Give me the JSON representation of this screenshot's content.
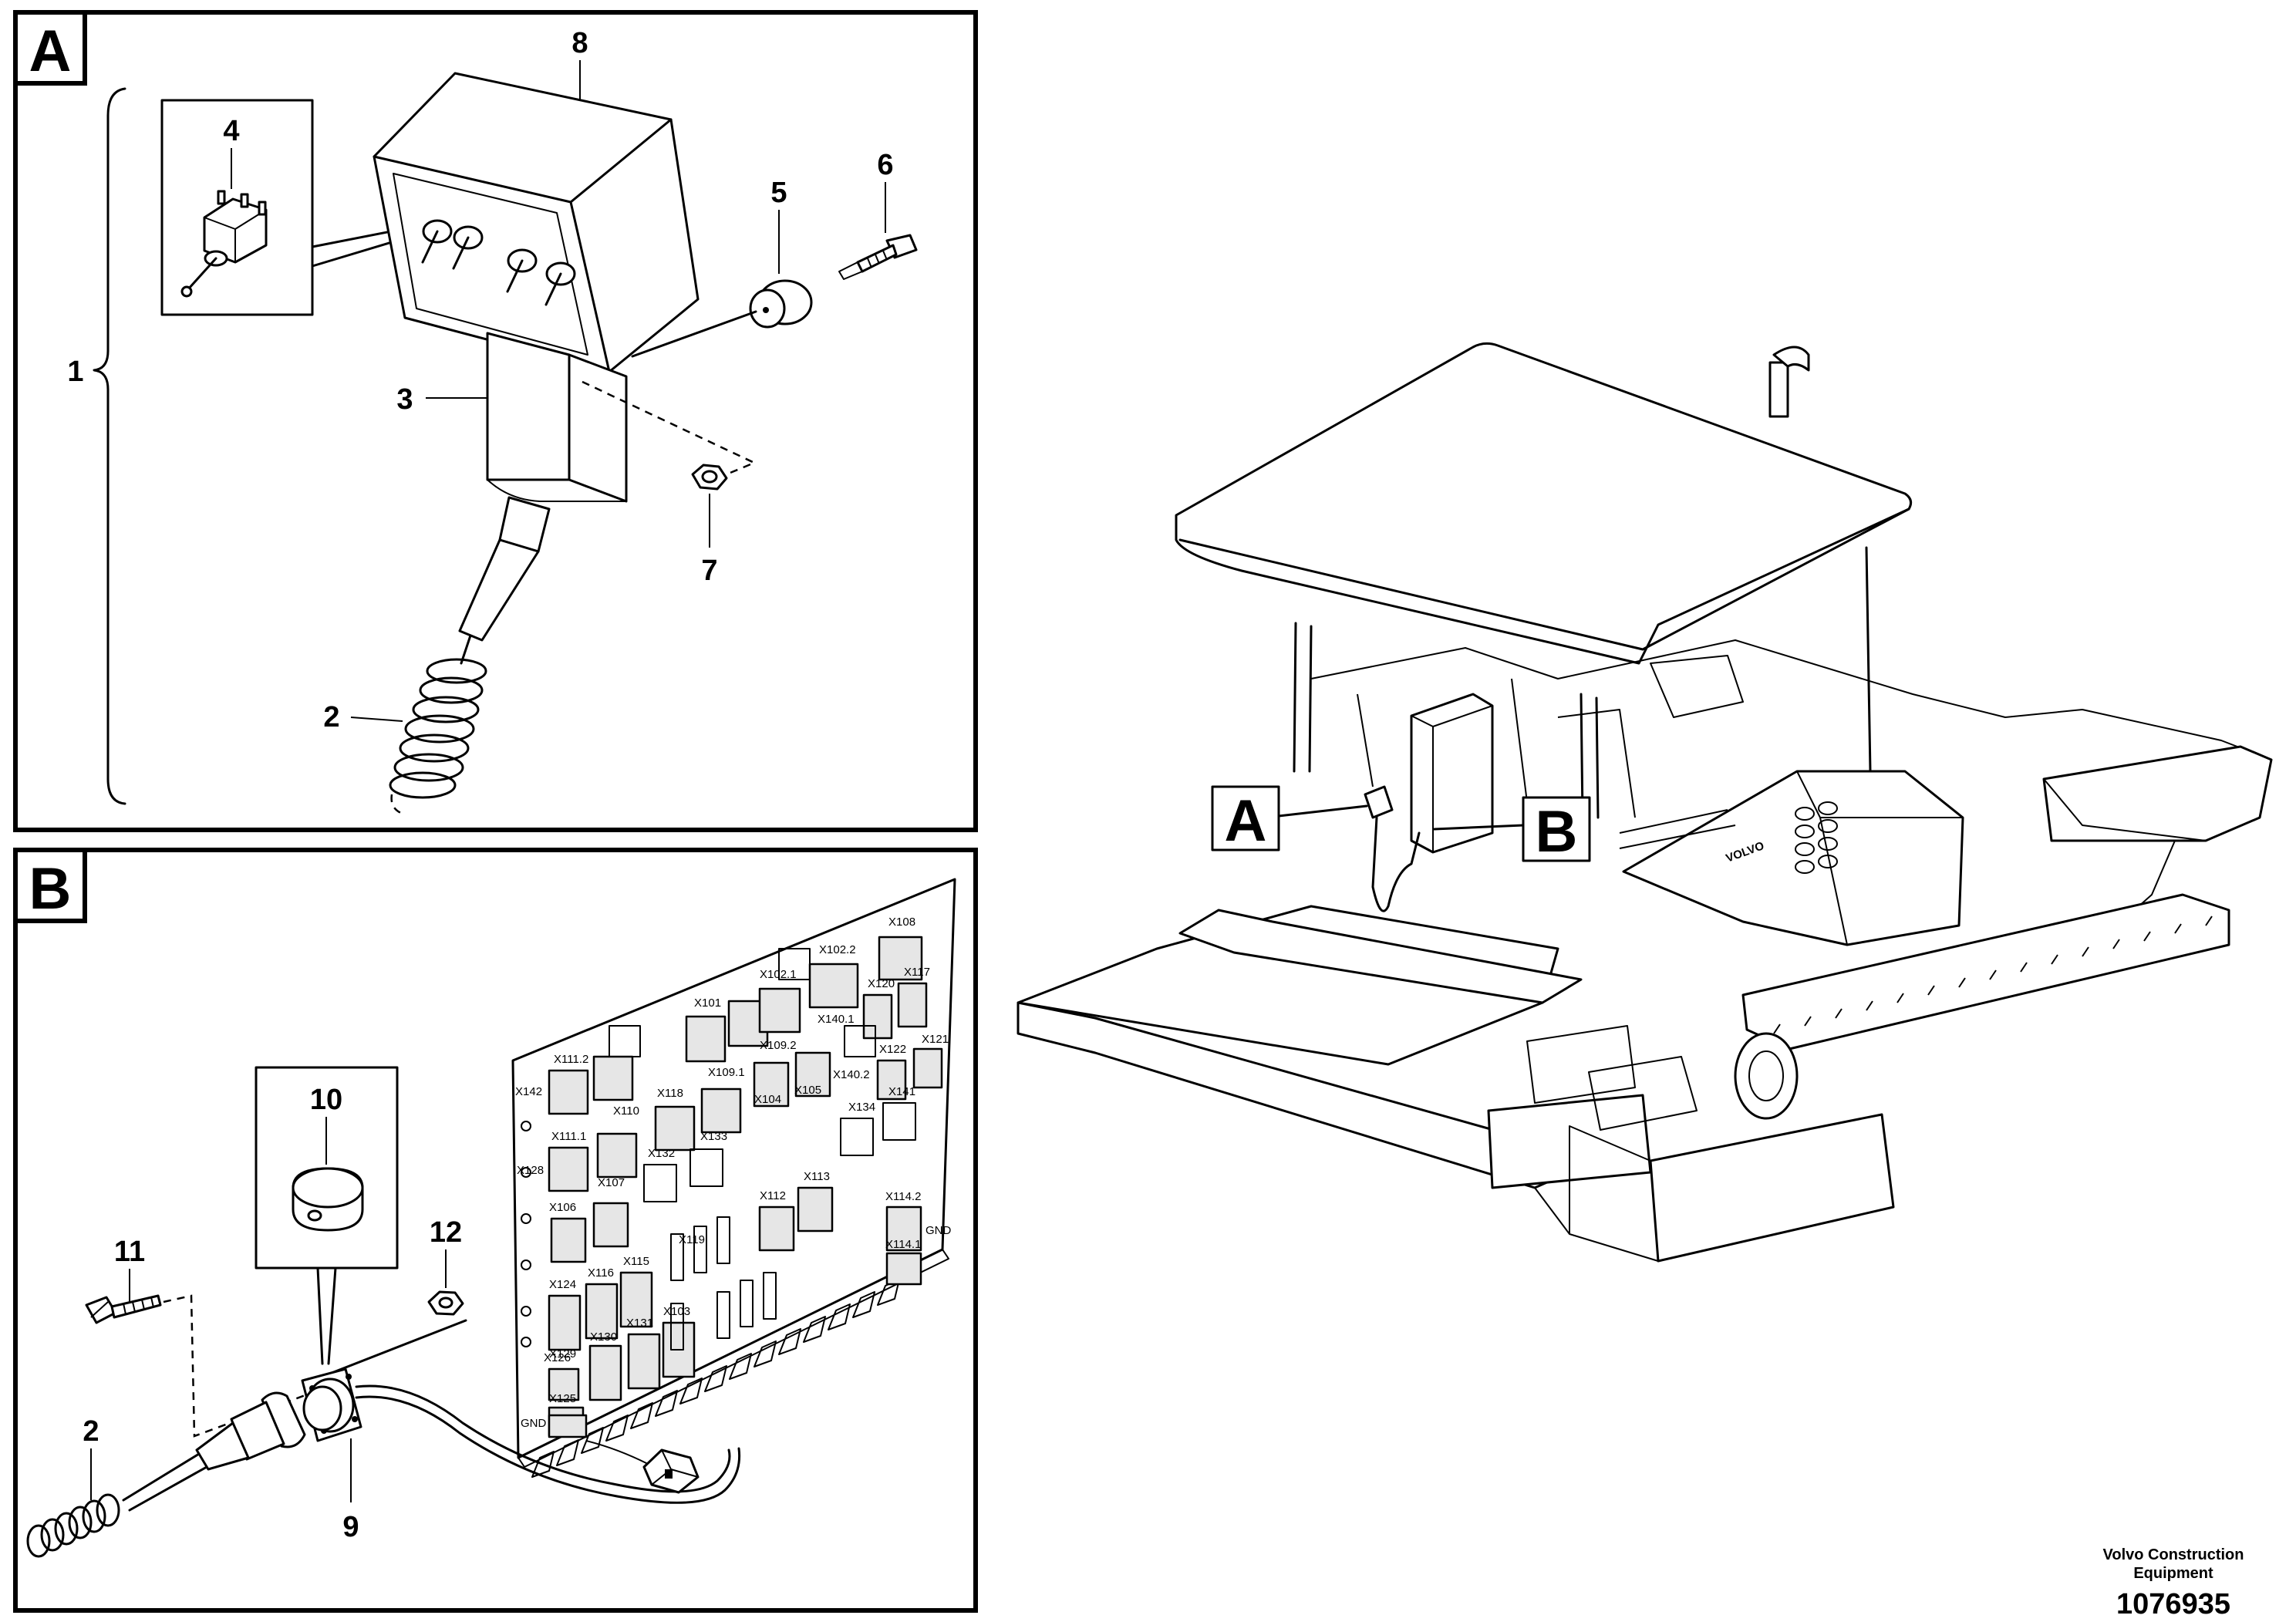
{
  "panels": {
    "a": {
      "letter": "A"
    },
    "b": {
      "letter": "B"
    }
  },
  "callouts": {
    "p1": "1",
    "p2": "2",
    "p3": "3",
    "p4": "4",
    "p5": "5",
    "p6": "6",
    "p7": "7",
    "p8": "8",
    "p9": "9",
    "p10": "10",
    "p11": "11",
    "p12": "12",
    "p2b": "2"
  },
  "overview": {
    "label_a": "A",
    "label_b": "B",
    "brand": "VOLVO"
  },
  "board_labels": {
    "x142": "X142",
    "x1112": "X111.2",
    "x1111": "X111.1",
    "x110": "X110",
    "x118": "X118",
    "x1091": "X109.1",
    "x1092": "X109.2",
    "x101": "X101",
    "x1021": "X102.1",
    "x1022": "X102.2",
    "x108": "X108",
    "x1401": "X140.1",
    "x117": "X117",
    "x120": "X120",
    "x121": "X121",
    "x122": "X122",
    "x1402": "X140.2",
    "x104": "X104",
    "x105": "X105",
    "x132": "X132",
    "x133": "X133",
    "x134": "X134",
    "x141": "X141",
    "x128": "X128",
    "x107": "X107",
    "x106": "X106",
    "x112": "X112",
    "x113": "X113",
    "x119": "X119",
    "x1142": "X114.2",
    "x1141": "X114.1",
    "gnd1": "GND",
    "x124": "X124",
    "x116": "X116",
    "x115": "X115",
    "x129": "X129",
    "x131": "X131",
    "x103": "X103",
    "x130": "X130",
    "x126": "X126",
    "x125": "X125",
    "gnd2": "GND"
  },
  "credit": {
    "line1": "Volvo Construction",
    "line2": "Equipment"
  },
  "document_number": "1076935"
}
